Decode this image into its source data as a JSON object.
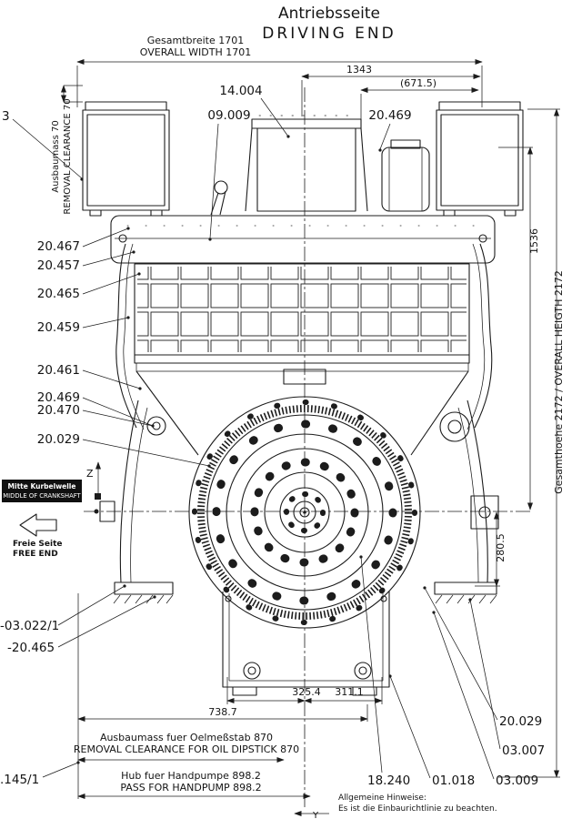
{
  "title": {
    "de": "Antriebsseite",
    "en": "DRIVING END"
  },
  "dimensions": {
    "overall_width_de": "Gesamtbreite 1701",
    "overall_width_en": "OVERALL WIDTH 1701",
    "w1343": "1343",
    "w671": "(671.5)",
    "clearance70_de": "Ausbaumass 70",
    "clearance70_en": "REMOVAL CLEARANCE 70",
    "h1536": "1536",
    "overall_height": "Gesamthoehe 2172  /  OVERALL HEIGTH 2172",
    "h280": "280.5",
    "w325": "325.4",
    "w311": "311.1",
    "w738": "738.7",
    "dipstick_de": "Ausbaumass fuer Oelmeßstab 870",
    "dipstick_en": "REMOVAL CLEARANCE FOR OIL DIPSTICK 870",
    "handpump_de": "Hub fuer Handpumpe 898.2",
    "handpump_en": "PASS FOR HANDPUMP 898.2"
  },
  "callouts": {
    "top_14004": "14.004",
    "top_09009": "09.009",
    "top_20469": "20.469",
    "edge_partial_top": "3",
    "left": [
      "20.467",
      "20.457",
      "20.465",
      "20.459",
      "20.461",
      "20.469",
      "20.470",
      "20.029"
    ],
    "bottom_left": [
      "-03.022/1",
      "-20.465"
    ],
    "edge_partial_bottom": ".145/1",
    "br_20029": "20.029",
    "br_03007": "03.007",
    "br_18240": "18.240",
    "br_01018": "01.018",
    "br_03009": "03.009"
  },
  "labels": {
    "crank_de": "Mitte Kurbelwelle",
    "crank_en": "MIDDLE OF CRANKSHAFT",
    "free_de": "Freie Seite",
    "free_en": "FREE END",
    "axis_z": "Z",
    "axis_y": "Y"
  },
  "notes": {
    "heading": "Allgemeine Hinweise:",
    "body": "Es ist die Einbaurichtlinie zu beachten."
  }
}
